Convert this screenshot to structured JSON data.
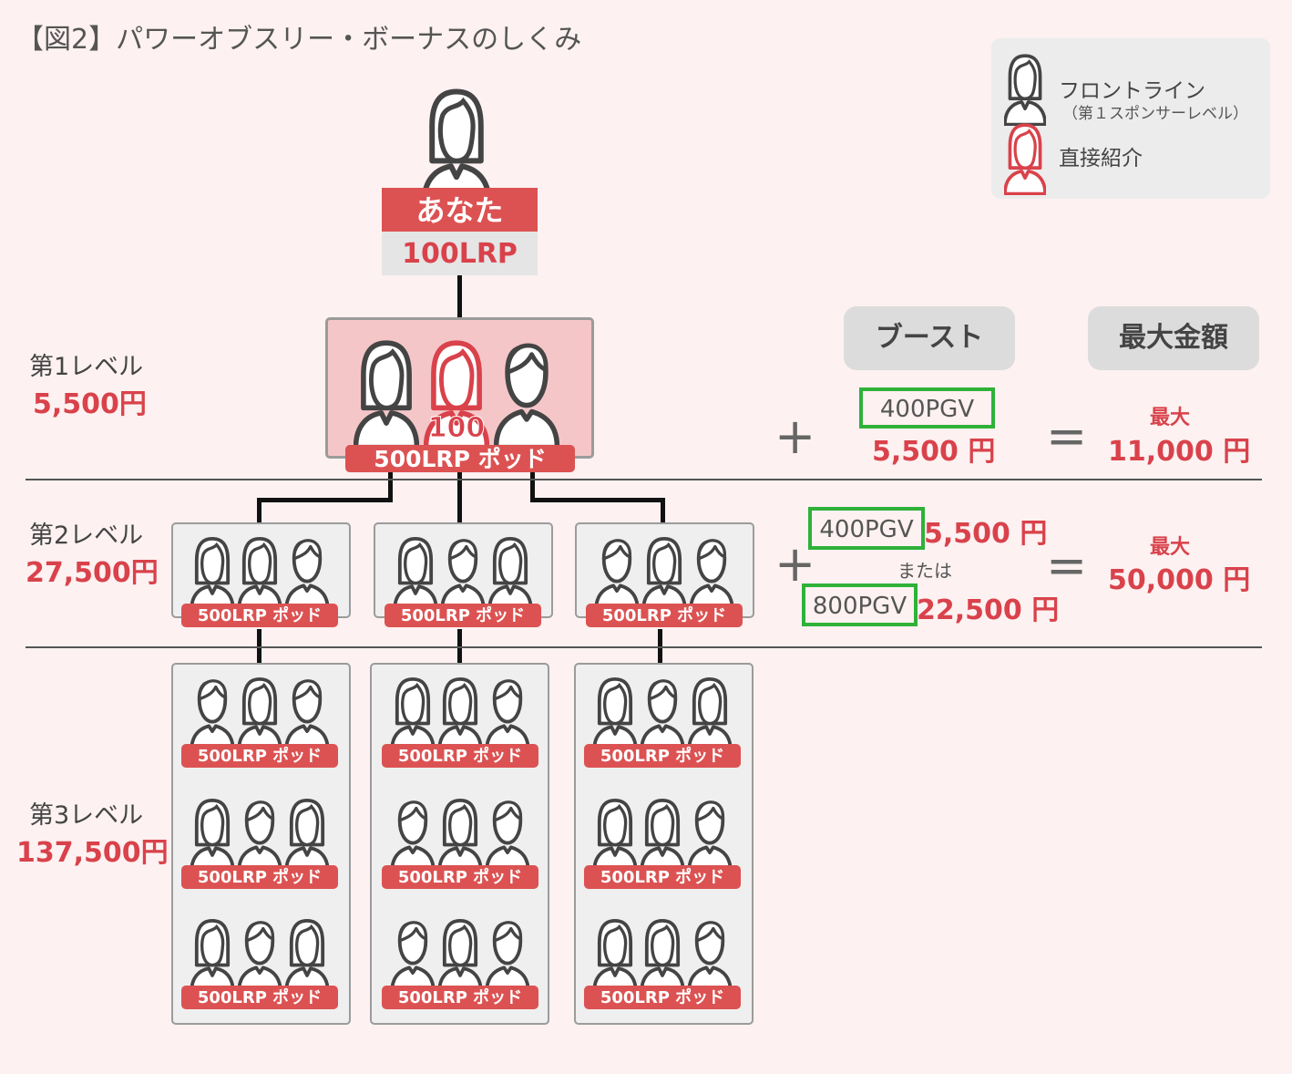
{
  "title": "【図2】パワーオブスリー・ボーナスのしくみ",
  "legend": {
    "frontline_label": "フロントライン",
    "frontline_sub": "（第１スポンサーレベル）",
    "direct_label": "直接紹介"
  },
  "top": {
    "label": "あなた",
    "lrp": "100LRP"
  },
  "headers": {
    "boost": "ブースト",
    "max": "最大金額"
  },
  "pod_label": "500LRP ポッド",
  "badge_100": "100",
  "levels": [
    {
      "name": "第1レベル",
      "amount": "5,500円"
    },
    {
      "name": "第2レベル",
      "amount": "27,500円"
    },
    {
      "name": "第3レベル",
      "amount": "137,500円"
    }
  ],
  "boost_l1": {
    "pgv": "400PGV",
    "yen": "5,500 円"
  },
  "boost_l2": {
    "pgv_a": "400PGV",
    "yen_a": "5,500 円",
    "or": "または",
    "pgv_b": "800PGV",
    "yen_b": "22,500 円"
  },
  "max_l1": {
    "label": "最大",
    "yen": "11,000 円"
  },
  "max_l2": {
    "label": "最大",
    "yen": "50,000 円"
  },
  "operators": {
    "plus": "+",
    "equals": "="
  },
  "colors": {
    "accent": "#dc5252",
    "green": "#2fb13a",
    "background": "#fdf1f1"
  }
}
